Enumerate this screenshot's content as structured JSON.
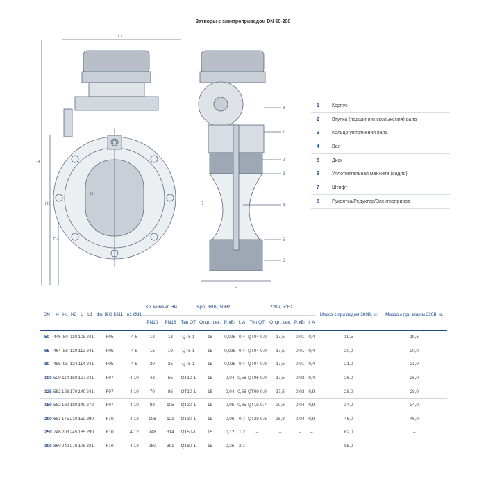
{
  "title": "Затворы с электроприводом DN 50-300",
  "drawing": {
    "dimensions": [
      "L1",
      "H",
      "H2",
      "H1",
      "D",
      "L"
    ],
    "callouts": [
      "8",
      "1",
      "2",
      "3",
      "4",
      "5",
      "6",
      "7"
    ]
  },
  "legend": [
    {
      "num": "1",
      "text": "Корпус"
    },
    {
      "num": "2",
      "text": "Втулка (подшипник скольжения) вала"
    },
    {
      "num": "3",
      "text": "Кольцо уплотнения вала"
    },
    {
      "num": "4",
      "text": "Вал"
    },
    {
      "num": "5",
      "text": "Диск"
    },
    {
      "num": "6",
      "text": "Уплотнительная манжета (седло)"
    },
    {
      "num": "7",
      "text": "Штифт"
    },
    {
      "num": "8",
      "text": "Рукоятка/Редуктор/Электропривод"
    }
  ],
  "table": {
    "headers": {
      "dn": "DN",
      "h": "H",
      "h1": "H1",
      "h2": "H2",
      "l": "L",
      "l1": "L1",
      "iso": "Фл. ISO 5211",
      "n1": "n1-Ød1",
      "torque": "Кр. момент, Нм",
      "pn10": "PN10",
      "pn16": "PN16",
      "three_phase": "3-ph, 380V, 50Hz",
      "single_phase": "220V, 50Hz",
      "type": "Тип QT",
      "open": "Откр., сек.",
      "power": "P, кВт",
      "current": "I, A",
      "mass380": "Масса с при-водом 380В, кг.",
      "mass220": "Масса с при-водом 220В, кг."
    },
    "rows": [
      [
        "50",
        "446",
        "80",
        "110",
        "108",
        "241",
        "F05",
        "4-8",
        "12",
        "13",
        "QT5-1",
        "15",
        "0,025",
        "0,4",
        "QT04-0.9",
        "17,5",
        "0,01",
        "0,4",
        "19,5",
        "19,5"
      ],
      [
        "65",
        "464",
        "88",
        "120",
        "112",
        "241",
        "F05",
        "4-8",
        "15",
        "19",
        "QT5-1",
        "15",
        "0,025",
        "0,4",
        "QT04-0.9",
        "17,5",
        "0,01",
        "0,4",
        "20,0",
        "20,0"
      ],
      [
        "80",
        "485",
        "95",
        "134",
        "114",
        "241",
        "F05",
        "4-8",
        "20",
        "25",
        "QT5-1",
        "15",
        "0,025",
        "0,4",
        "QT04-0.9",
        "17,5",
        "0,01",
        "0,4",
        "21,0",
        "21,0"
      ],
      [
        "100",
        "520",
        "114",
        "150",
        "127",
        "241",
        "F07",
        "4-10",
        "43",
        "55",
        "QT10-1",
        "15",
        "0,04",
        "0,56",
        "QT06-0.9",
        "17,5",
        "0,02",
        "0,4",
        "26,0",
        "26,0"
      ],
      [
        "125",
        "552",
        "126",
        "170",
        "140",
        "241",
        "F07",
        "4-10",
        "70",
        "86",
        "QT10-1",
        "15",
        "0,04",
        "0,56",
        "QT09-0.9",
        "17,5",
        "0,03",
        "0,9",
        "28,0",
        "28,0"
      ],
      [
        "150",
        "582",
        "139",
        "180",
        "140",
        "272",
        "F07",
        "4-10",
        "88",
        "105",
        "QT20-1",
        "15",
        "0,05",
        "0,85",
        "QT15-0.7",
        "20,6",
        "0,04",
        "0,9",
        "34,0",
        "34,0"
      ],
      [
        "200",
        "683",
        "175",
        "210",
        "152",
        "290",
        "F10",
        "4-12",
        "106",
        "121",
        "QT30-1",
        "15",
        "0,06",
        "0,7",
        "QT28-0.6",
        "26,3",
        "0,04",
        "0,9",
        "46,0",
        "46,0"
      ],
      [
        "250",
        "746",
        "203",
        "245",
        "165",
        "290",
        "F10",
        "4-12",
        "248",
        "314",
        "QT50-1",
        "15",
        "0,12",
        "1,2",
        "–",
        "–",
        "–",
        "–",
        "62,0",
        "–"
      ],
      [
        "300",
        "860",
        "242",
        "276",
        "178",
        "331",
        "F10",
        "4-12",
        "280",
        "391",
        "QT80-1",
        "15",
        "0,25",
        "2,1",
        "–",
        "–",
        "–",
        "–",
        "85,0",
        "–"
      ]
    ]
  }
}
